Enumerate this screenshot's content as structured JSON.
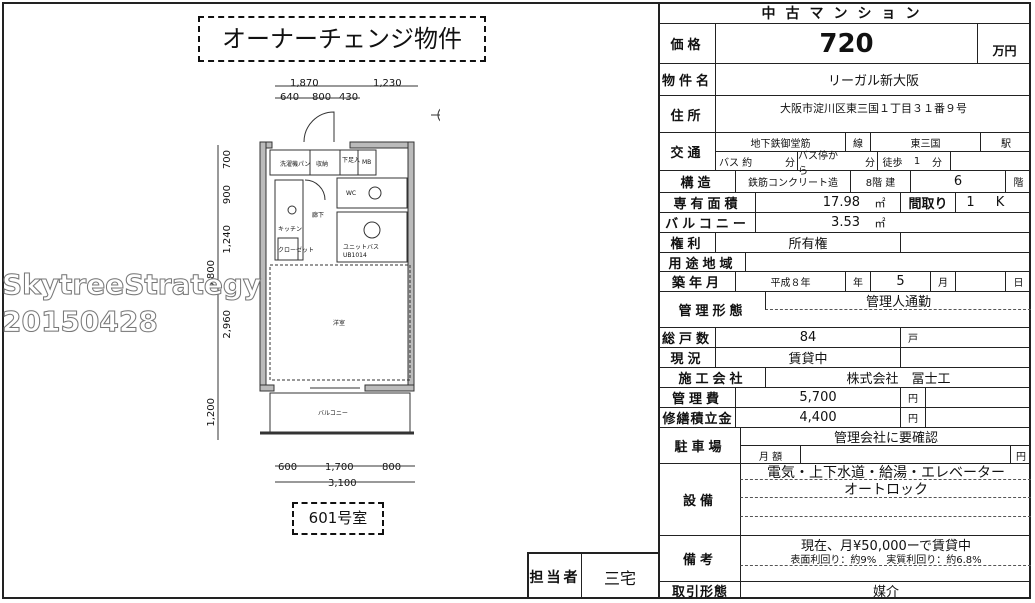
{
  "left": {
    "title": "オーナーチェンジ物件",
    "room": "601号室",
    "watermark_line1": "SkytreeStrategy",
    "watermark_line2": "20150428",
    "tantou_label": "担当者",
    "tantou_value": "三宅",
    "dims": {
      "top_total": "1,870",
      "top_right": "1,230",
      "top_a": "640",
      "top_b": "800",
      "top_c": "430",
      "bot_a": "600",
      "bot_b": "1,700",
      "bot_c": "800",
      "bot_total": "3,100",
      "left_a": "700",
      "left_b": "900",
      "left_c": "1,240",
      "left_total": "5,800",
      "left_d": "2,960",
      "left_e": "1,200"
    },
    "plan_labels": {
      "washer": "洗濯機パン",
      "storage": "収納",
      "pipe": "下足入",
      "mb": "MB",
      "wc": "WC",
      "kitchen": "キッチン",
      "corridor": "廊下",
      "bath": "ユニットバス\nUB1014",
      "closet": "クローゼット",
      "room": "洋室",
      "balcony": "バルコニー"
    }
  },
  "spec": {
    "header": "中古マンション",
    "price_label": "価格",
    "price_value": "720",
    "price_unit": "万円",
    "name_label": "物件名",
    "name_value": "リーガル新大阪",
    "address_label": "住所",
    "address_value": "大阪市淀川区東三国１丁目３１番９号",
    "traffic_label": "交通",
    "traffic_line": "地下鉄御堂筋",
    "traffic_line_suffix": "線",
    "traffic_station": "東三国",
    "traffic_station_suffix": "駅",
    "traffic_bus": "バス 約",
    "traffic_bus_min": "分",
    "traffic_bus_stop": "バス停から",
    "traffic_bus_stop_min": "分",
    "traffic_walk": "徒歩",
    "traffic_walk_value": "1",
    "traffic_walk_min": "分",
    "structure_label": "構造",
    "structure_value": "鉄筋コンクリート造",
    "structure_floors": "8階 建",
    "structure_floor": "6",
    "structure_floor_unit": "階",
    "area_label": "専有面積",
    "area_value": "17.98",
    "area_unit": "㎡",
    "layout_label": "間取り",
    "layout_value": "1",
    "layout_type": "K",
    "balcony_label": "バルコニー",
    "balcony_value": "3.53",
    "balcony_unit": "㎡",
    "rights_label": "権利",
    "rights_value": "所有権",
    "zoning_label": "用途地域",
    "built_label": "築年月",
    "built_era": "平成８年",
    "built_year_unit": "年",
    "built_month": "5",
    "built_month_unit": "月",
    "built_day_unit": "日",
    "mgmt_label": "管理形態",
    "mgmt_value": "管理人通勤",
    "units_label": "総戸数",
    "units_value": "84",
    "units_unit": "戸",
    "status_label": "現況",
    "status_value": "賃貸中",
    "builder_label": "施工会社",
    "builder_value": "株式会社　冨士工",
    "fee_label": "管理費",
    "fee_value": "5,700",
    "fee_unit": "円",
    "repair_label": "修繕積立金",
    "repair_value": "4,400",
    "repair_unit": "円",
    "parking_label": "駐車場",
    "parking_value": "管理会社に要確認",
    "parking_monthly": "月 額",
    "parking_unit": "円",
    "equip_label": "設備",
    "equip_line1": "電気・上下水道・給湯・エレベーター",
    "equip_line2": "オートロック",
    "note_label": "備考",
    "note_line1": "現在、月¥50,000ーで賃貸中",
    "note_line2": "表面利回り：約9%　実質利回り：約6.8%",
    "deal_label": "取引形態",
    "deal_value": "媒介"
  }
}
